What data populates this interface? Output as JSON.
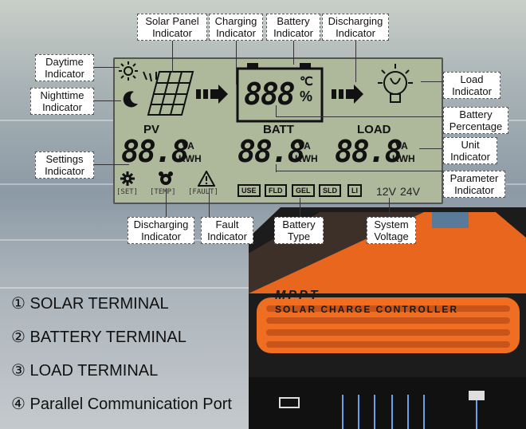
{
  "callouts": {
    "solar_panel": "Solar Panel\nIndicator",
    "charging": "Charging\nIndicator",
    "battery": "Battery\nIndicator",
    "discharging_top": "Discharging\nIndicator",
    "daytime": "Daytime\nIndicator",
    "nighttime": "Nighttime\nIndicator",
    "load": "Load\nIndicator",
    "battery_percentage": "Battery\nPercentage",
    "unit": "Unit\nIndicator",
    "settings": "Settings\nIndicator",
    "parameter": "Parameter\nIndicator",
    "discharging_bottom": "Discharging\nIndicator",
    "fault": "Fault\nIndicator",
    "battery_type": "Battery\nType",
    "system_voltage": "System\nVoltage"
  },
  "lcd": {
    "top_digits": "888",
    "celsius": "℃",
    "percent": "%",
    "pv_label": "PV",
    "batt_label": "BATT",
    "load_label": "LOAD",
    "pv_value": "88.8",
    "batt_value": "88.8",
    "load_value": "88.8",
    "unit_va": "VA",
    "unit_kwh": "KWH",
    "set_label": "[SET]",
    "temp_label": "[TEMP]",
    "fault_label": "[FAULT]",
    "battery_types": [
      "USE",
      "FLD",
      "GEL",
      "SLD",
      "LI"
    ],
    "voltage_12": "12V",
    "voltage_24": "24V"
  },
  "terminals": [
    "① SOLAR TERMINAL",
    "② BATTERY TERMINAL",
    "③ LOAD TERMINAL",
    "④ Parallel Communication Port"
  ],
  "device": {
    "title": "MPPT",
    "subtitle": "SOLAR CHARGE CONTROLLER"
  }
}
